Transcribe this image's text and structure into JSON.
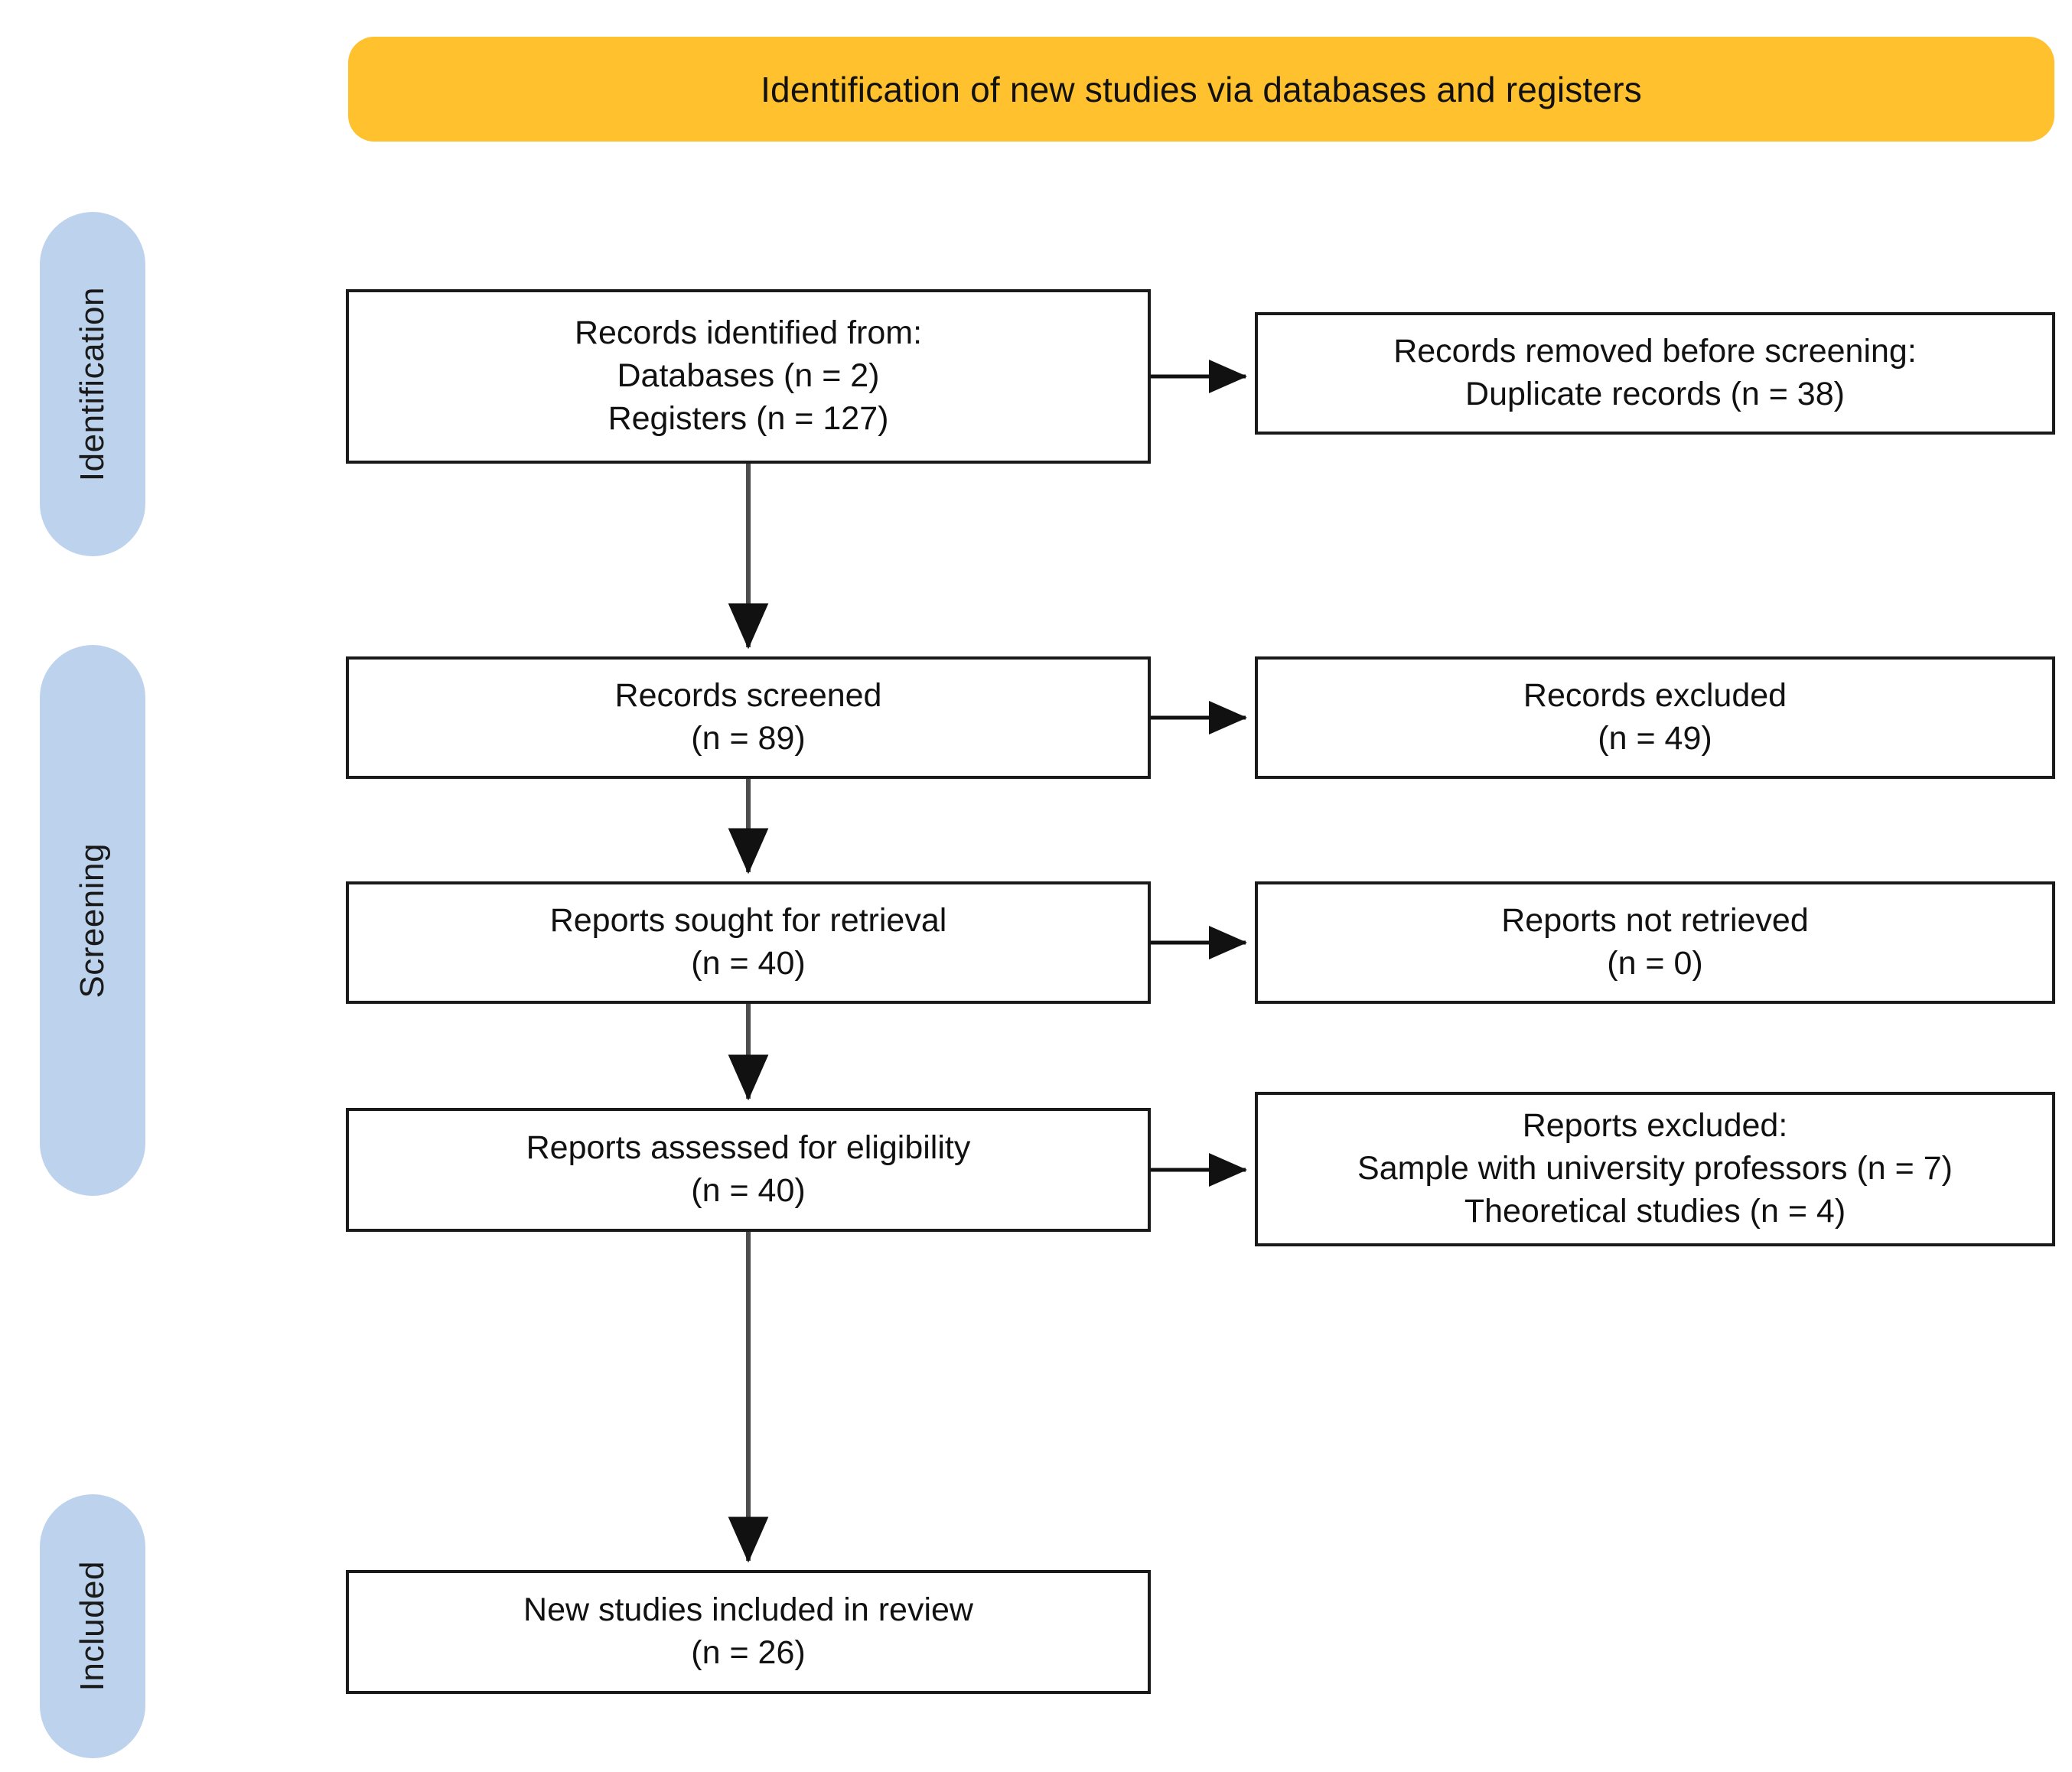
{
  "header": {
    "title": "Identification of new studies via databases and registers",
    "background_color": "#FFC22E"
  },
  "stages": [
    {
      "id": "identification",
      "label": "Identification",
      "color": "#BDD2EC"
    },
    {
      "id": "screening",
      "label": "Screening",
      "color": "#BDD2EC"
    },
    {
      "id": "included",
      "label": "Included",
      "color": "#BDD2EC"
    }
  ],
  "boxes": {
    "identified": {
      "line1": "Records identified from:",
      "line2": "Databases (n = 2)",
      "line3": "Registers (n = 127)"
    },
    "removed": {
      "line1": "Records removed before screening:",
      "line2": "Duplicate records (n = 38)"
    },
    "screened": {
      "line1": "Records screened",
      "line2": "(n = 89)"
    },
    "excluded": {
      "line1": "Records excluded",
      "line2": "(n = 49)"
    },
    "sought": {
      "line1": "Reports sought for retrieval",
      "line2": "(n = 40)"
    },
    "not_retrieved": {
      "line1": "Reports not retrieved",
      "line2": "(n = 0)"
    },
    "assessed": {
      "line1": "Reports assessed for eligibility",
      "line2": "(n = 40)"
    },
    "reports_excluded": {
      "line1": "Reports excluded:",
      "line2": "Sample with university professors (n =  7)",
      "line3": "Theoretical studies (n =  4)"
    },
    "included": {
      "line1": "New studies included in review",
      "line2": "(n = 26)"
    }
  },
  "chart_data": {
    "type": "diagram",
    "title": "Identification of new studies via databases and registers",
    "flow": [
      {
        "stage": "Identification",
        "node": "Records identified from: Databases",
        "n": 2
      },
      {
        "stage": "Identification",
        "node": "Records identified from: Registers",
        "n": 127
      },
      {
        "stage": "Identification",
        "node": "Records removed before screening: Duplicate records",
        "n": 38
      },
      {
        "stage": "Screening",
        "node": "Records screened",
        "n": 89
      },
      {
        "stage": "Screening",
        "node": "Records excluded",
        "n": 49
      },
      {
        "stage": "Screening",
        "node": "Reports sought for retrieval",
        "n": 40
      },
      {
        "stage": "Screening",
        "node": "Reports not retrieved",
        "n": 0
      },
      {
        "stage": "Screening",
        "node": "Reports assessed for eligibility",
        "n": 40
      },
      {
        "stage": "Screening",
        "node": "Reports excluded: Sample with university professors",
        "n": 7
      },
      {
        "stage": "Screening",
        "node": "Reports excluded: Theoretical studies",
        "n": 4
      },
      {
        "stage": "Included",
        "node": "New studies included in review",
        "n": 26
      }
    ]
  }
}
